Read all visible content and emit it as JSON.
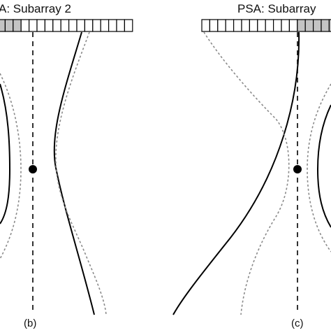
{
  "panels": {
    "b": {
      "title": "A: Subarray 2",
      "label": "(b)",
      "elements": [
        true,
        true,
        true,
        false,
        false,
        false,
        false,
        false,
        false,
        false,
        false,
        false,
        false,
        false,
        false,
        false,
        false
      ]
    },
    "c": {
      "title": "PSA: Subarray",
      "label": "(c)",
      "elements": [
        false,
        false,
        false,
        false,
        false,
        false,
        false,
        false,
        false,
        false,
        false,
        false,
        true,
        true,
        true,
        true,
        true
      ]
    }
  },
  "colors": {
    "active_element": "#c4c4c4",
    "inactive_element": "#ffffff",
    "beam": "#000000",
    "envelope": "#8a8a8a",
    "axis": "#000000",
    "focus": "#000000"
  }
}
